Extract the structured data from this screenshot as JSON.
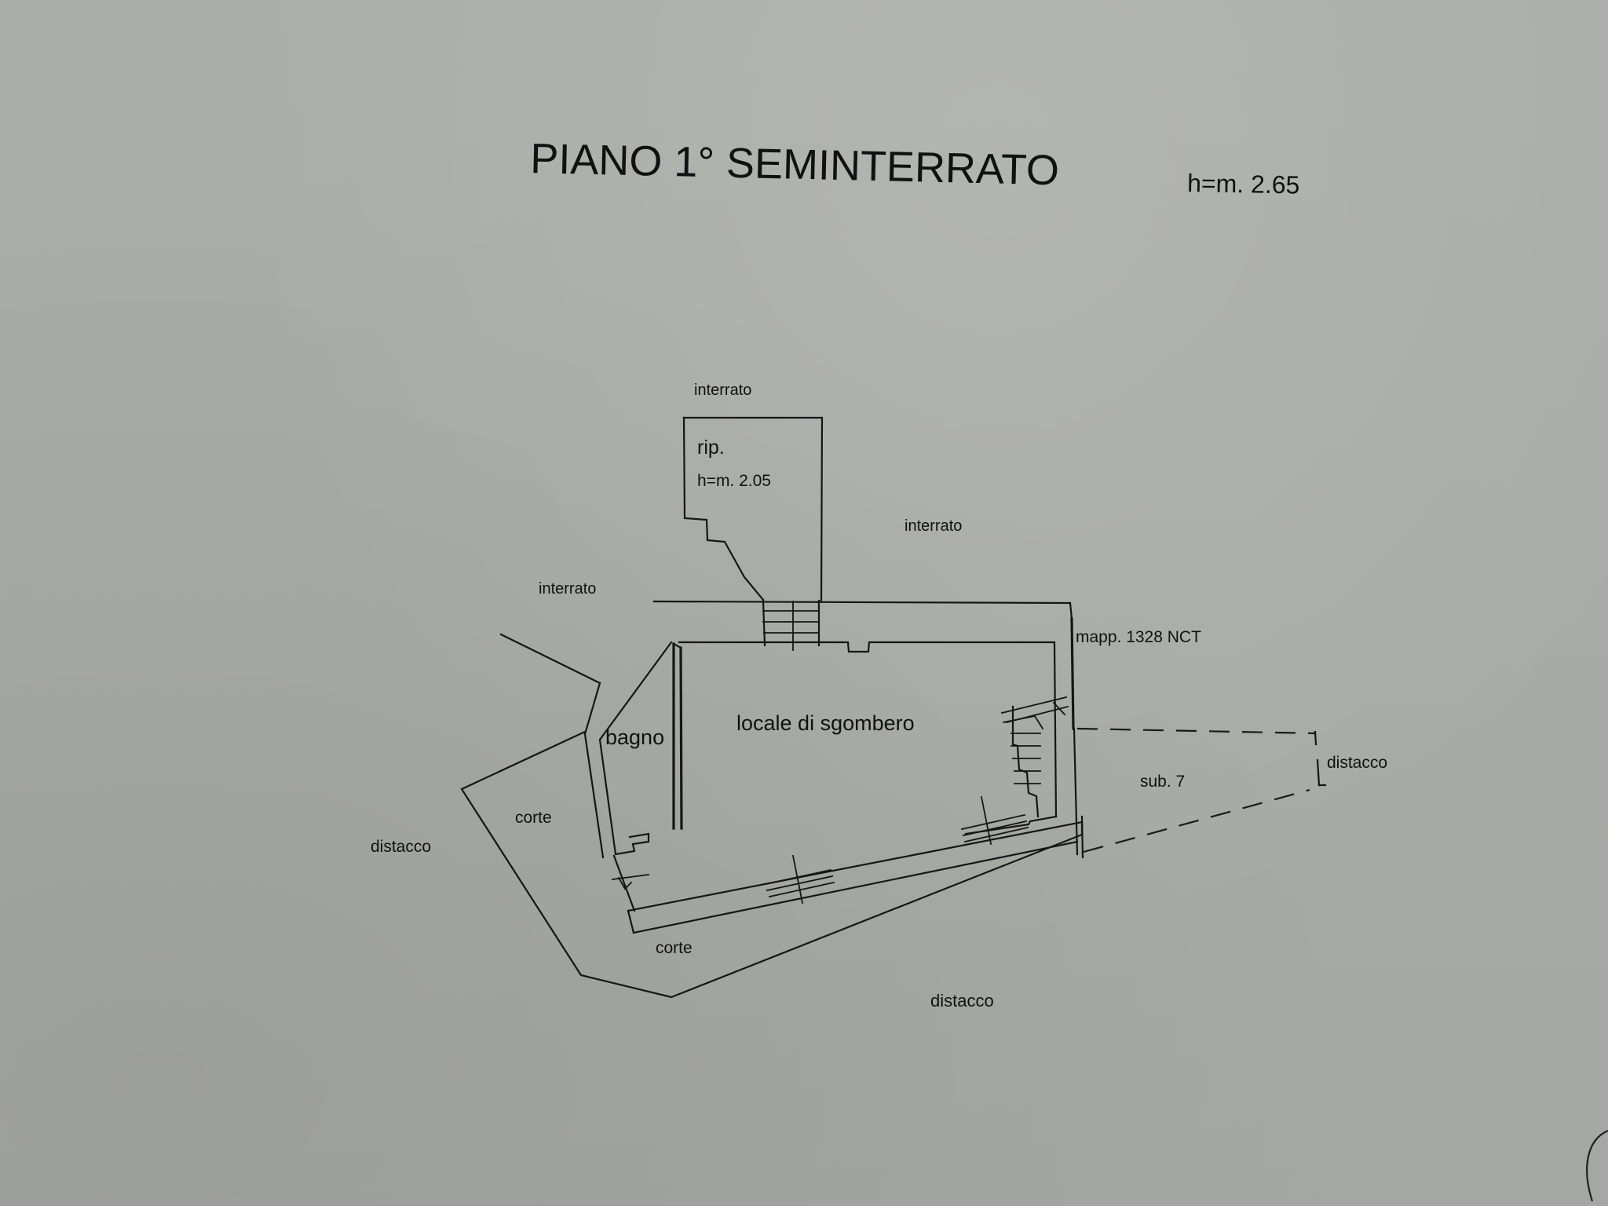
{
  "title": "PIANO 1° SEMINTERRATO",
  "height_main": "h=m. 2.65",
  "labels": {
    "interrato_top": "interrato",
    "rip": "rip.",
    "rip_height": "h=m. 2.05",
    "interrato_right": "interrato",
    "interrato_left": "interrato",
    "mapp": "mapp. 1328 NCT",
    "bagno": "bagno",
    "locale": "locale di sgombero",
    "sub7": "sub. 7",
    "distacco_right": "distacco",
    "corte_left": "corte",
    "distacco_left": "distacco",
    "corte_bottom": "corte",
    "distacco_bottom": "distacco"
  }
}
